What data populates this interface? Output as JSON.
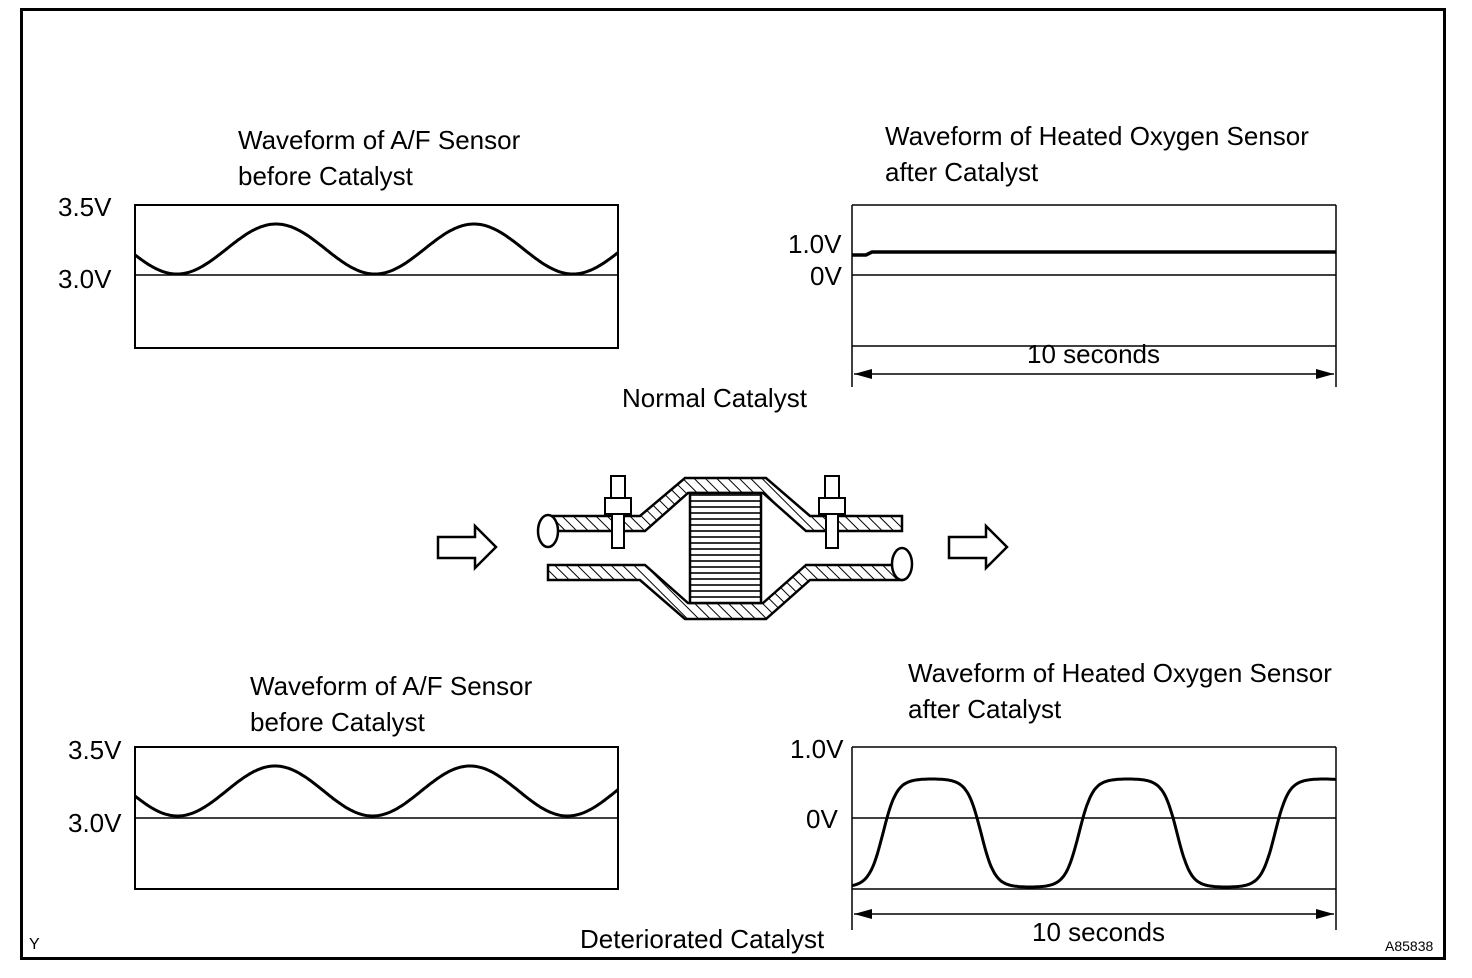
{
  "panels": {
    "normal_af": {
      "title_line1": "Waveform of A/F Sensor",
      "title_line2": "before Catalyst",
      "upper_label": "3.5V",
      "lower_label": "3.0V"
    },
    "normal_o2": {
      "title_line1": "Waveform of Heated Oxygen Sensor",
      "title_line2": "after Catalyst",
      "upper_label": "1.0V",
      "lower_label": "0V",
      "span_label": "10 seconds"
    },
    "deteriorated_af": {
      "title_line1": "Waveform of A/F Sensor",
      "title_line2": "before Catalyst",
      "upper_label": "3.5V",
      "lower_label": "3.0V"
    },
    "deteriorated_o2": {
      "title_line1": "Waveform of Heated Oxygen Sensor",
      "title_line2": "after Catalyst",
      "upper_label": "1.0V",
      "lower_label": "0V",
      "span_label": "10 seconds"
    }
  },
  "captions": {
    "normal": "Normal Catalyst",
    "deteriorated": "Deteriorated Catalyst"
  },
  "corner": {
    "left_mark": "Y",
    "figure_code": "A85838"
  },
  "illustration": {
    "subject": "catalytic-converter-cross-section",
    "flow_direction": "left-to-right"
  }
}
